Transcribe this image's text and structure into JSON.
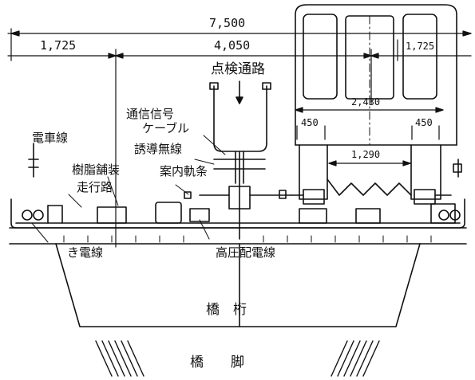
{
  "dimensions": {
    "total_width": "7,500",
    "left_offset": "1,725",
    "center_span": "4,050",
    "right_offset": "1,725",
    "vehicle_width": "2,430",
    "left_wheel_gap": "450",
    "right_wheel_gap": "450",
    "guideway_gap": "1,290"
  },
  "labels": {
    "inspection_path": "点検通路",
    "signal_cable_line1": "通信信号",
    "signal_cable_line2": "ケーブル",
    "induction_wire": "誘導無線",
    "trolley_wire": "電車線",
    "resin_paving": "樹脂舗装",
    "running_path": "走行路",
    "guide_rail": "案内軌条",
    "feeder_wire": "き電線",
    "high_voltage_wire": "高圧配電線",
    "bridge_girder": "橋　桁",
    "bridge_pier": "橋　　脚"
  }
}
